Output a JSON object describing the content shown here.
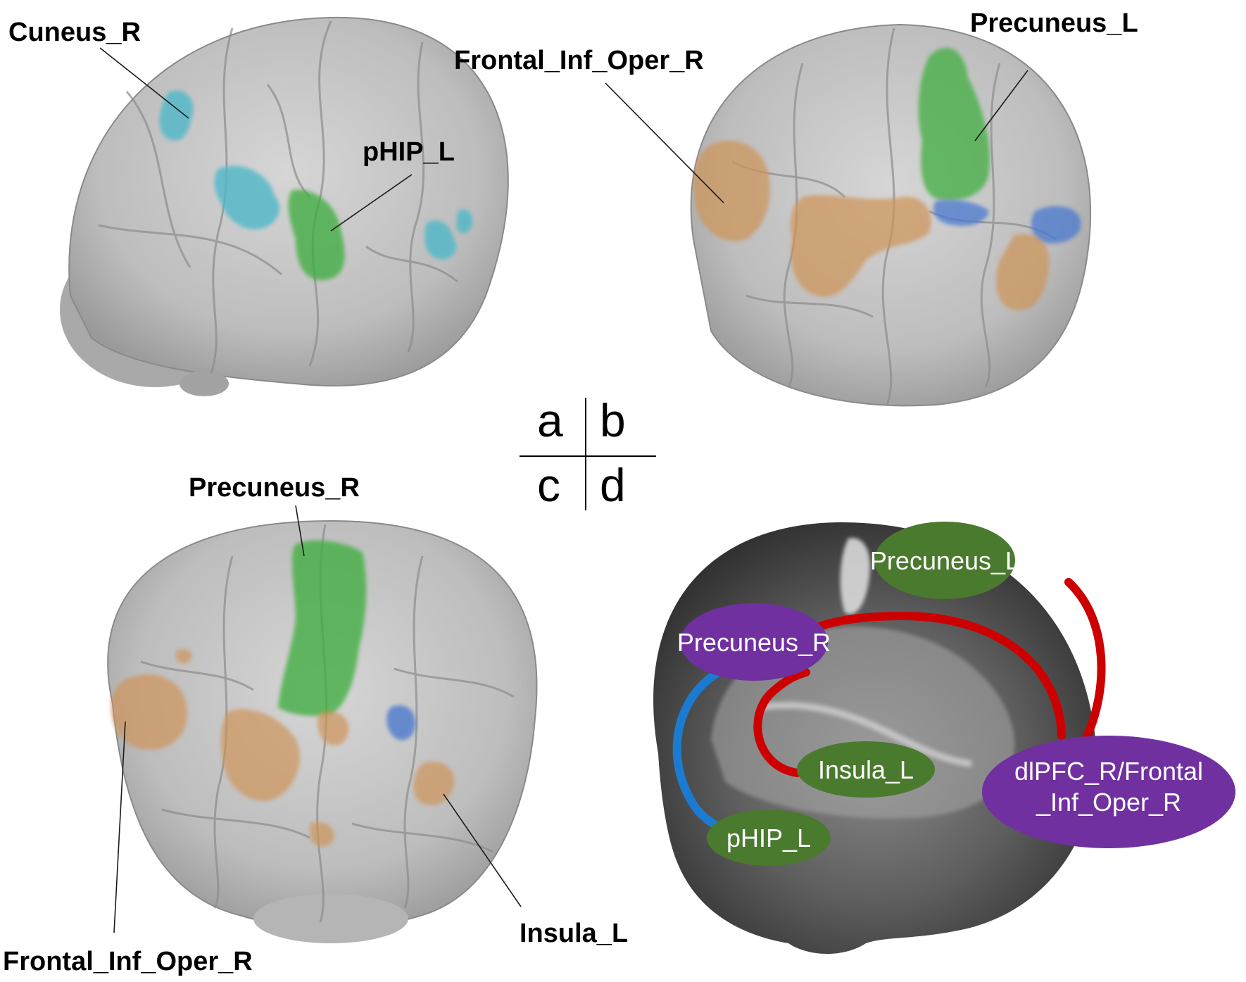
{
  "panel_letters": {
    "a": "a",
    "b": "b",
    "c": "c",
    "d": "d"
  },
  "panel_a": {
    "labels": {
      "cuneus_r": "Cuneus_R",
      "phip_l": "pHIP_L"
    }
  },
  "panel_b": {
    "labels": {
      "frontal_inf_oper_r": "Frontal_Inf_Oper_R",
      "precuneus_l": "Precuneus_L"
    }
  },
  "panel_c": {
    "labels": {
      "precuneus_r": "Precuneus_R",
      "frontal_inf_oper_r": "Frontal_Inf_Oper_R",
      "insula_l": "Insula_L"
    }
  },
  "panel_d": {
    "nodes": {
      "precuneus_l": "Precuneus_L",
      "precuneus_r": "Precuneus_R",
      "insula_l": "Insula_L",
      "phip_l": "pHIP_L",
      "dlpfc_line1": "dlPFC_R/Frontal",
      "dlpfc_line2": "_Inf_Oper_R"
    }
  },
  "colors": {
    "cluster_cyan": "#4fb8c9",
    "cluster_blue": "#4a78cf",
    "cluster_green": "#3fae3f",
    "cluster_orange": "#cf9357",
    "node_green": "#4a7a2e",
    "node_purple": "#7030a0",
    "edge_red": "#cc0000",
    "edge_blue": "#1b7bd0"
  }
}
